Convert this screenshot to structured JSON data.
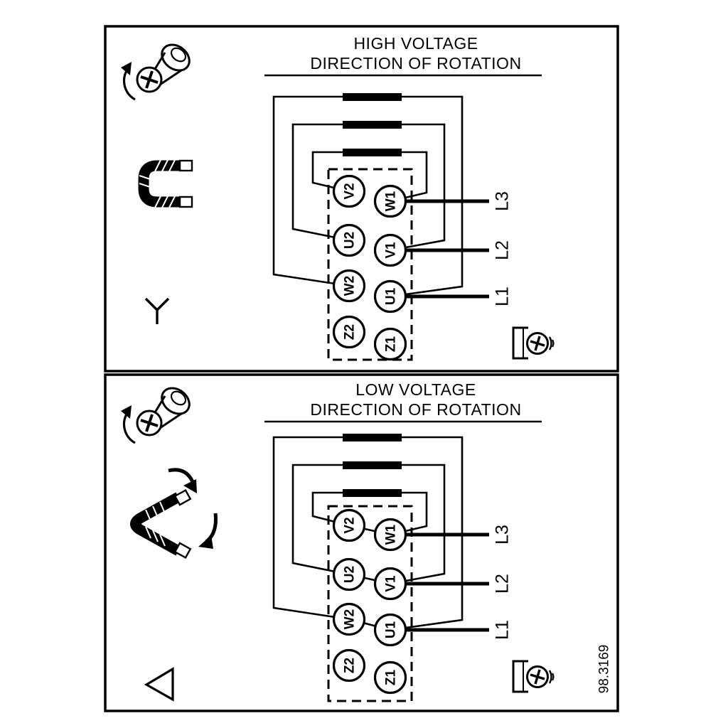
{
  "figure_number": "98.3169",
  "colors": {
    "ink": "#000000",
    "background": "#ffffff"
  },
  "panels": [
    {
      "id": "high-voltage",
      "title_line1": "HIGH VOLTAGE",
      "title_line2": "DIRECTION OF ROTATION",
      "connection_symbol": "star",
      "icons": [
        "unscrew-rotation-icon",
        "terminal-bridge-icon",
        "star-symbol",
        "earth-screw-icon"
      ],
      "terminals_left": [
        "V2",
        "U2",
        "W2",
        "Z2"
      ],
      "terminals_right": [
        "W1",
        "V1",
        "U1",
        "Z1"
      ],
      "line_labels": [
        "L3",
        "L2",
        "L1"
      ]
    },
    {
      "id": "low-voltage",
      "title_line1": "LOW VOLTAGE",
      "title_line2": "DIRECTION OF ROTATION",
      "connection_symbol": "delta",
      "icons": [
        "unscrew-rotation-icon",
        "terminal-bridge-moved-icon",
        "delta-symbol",
        "earth-screw-icon"
      ],
      "terminals_left": [
        "V2",
        "U2",
        "W2",
        "Z2"
      ],
      "terminals_right": [
        "W1",
        "V1",
        "U1",
        "Z1"
      ],
      "line_labels": [
        "L3",
        "L2",
        "L1"
      ]
    }
  ]
}
